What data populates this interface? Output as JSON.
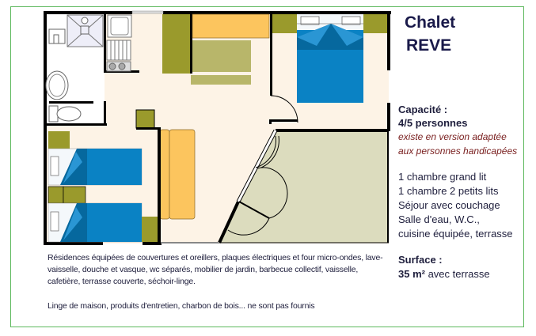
{
  "header": {
    "title_line1": "Chalet",
    "title_line2": "REVE"
  },
  "capacity": {
    "label": "Capacité :",
    "value": "4/5 personnes",
    "note_line1": "existe en version adaptée",
    "note_line2": "aux personnes handicapées"
  },
  "rooms": [
    "1 chambre grand lit",
    "1 chambre 2 petits lits",
    "Séjour avec couchage",
    "Salle d'eau, W.C.,",
    "cuisine équipée, terrasse"
  ],
  "surface": {
    "label": "Surface :",
    "value_bold": "35 m²",
    "value_rest": " avec terrasse"
  },
  "description": {
    "equipment_line1": "Résidences équipées de couvertures et oreillers, plaques électriques et four micro-ondes, lave-",
    "equipment_line2": "vaisselle, douche et vasque, wc séparés, mobilier de jardin, barbecue collectif, vaisselle,",
    "equipment_line3": "cafetière, terrasse couverte, séchoir-linge.",
    "not_provided": "Linge de maison, produits d'entretien, charbon de bois... ne sont pas fournis"
  },
  "colors": {
    "frame_border": "#5cb85c",
    "floor": "#fdf3e6",
    "terrace": "#dcdcbe",
    "olive": "#9a9a2c",
    "olive_light": "#b8b66a",
    "yellow": "#fcc55e",
    "bed_blue": "#0a82c4",
    "bed_dark": "#06689e",
    "title": "#1a1a4a",
    "note_red": "#7a2020"
  }
}
